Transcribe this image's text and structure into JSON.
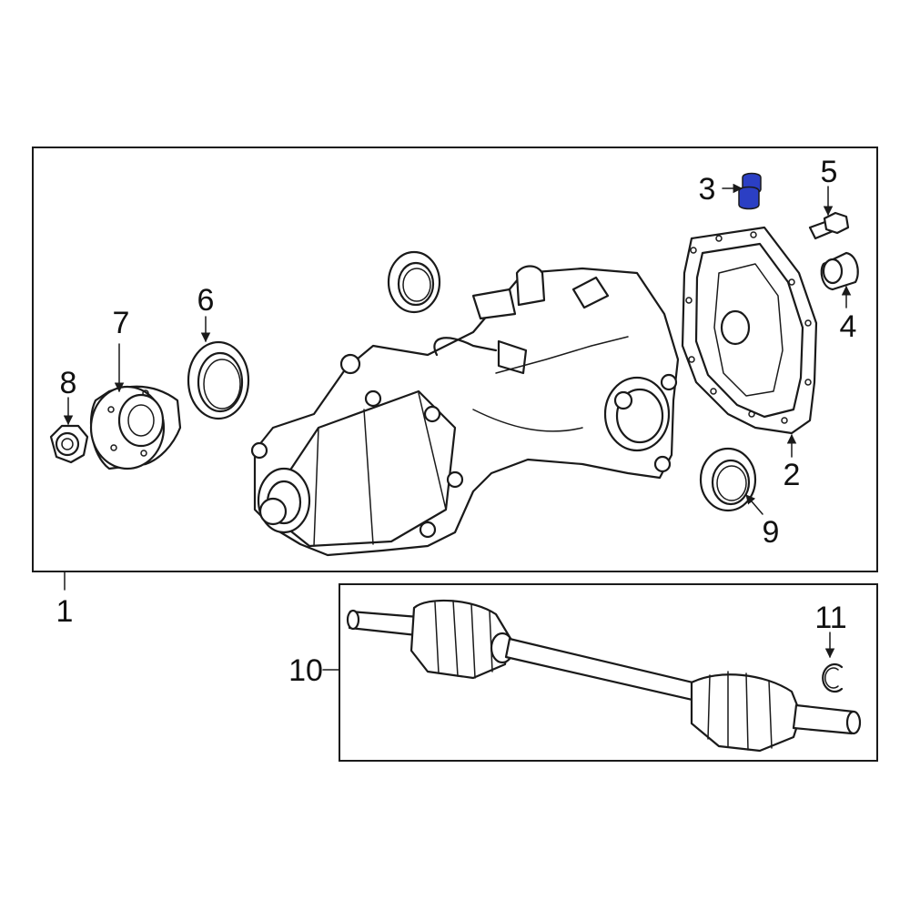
{
  "diagram": {
    "callouts": {
      "c1": "1",
      "c2": "2",
      "c3": "3",
      "c4": "4",
      "c5": "5",
      "c6": "6",
      "c7": "7",
      "c8": "8",
      "c9": "9",
      "c10": "10",
      "c11": "11"
    },
    "highlight_color": "#2b3fc4"
  }
}
